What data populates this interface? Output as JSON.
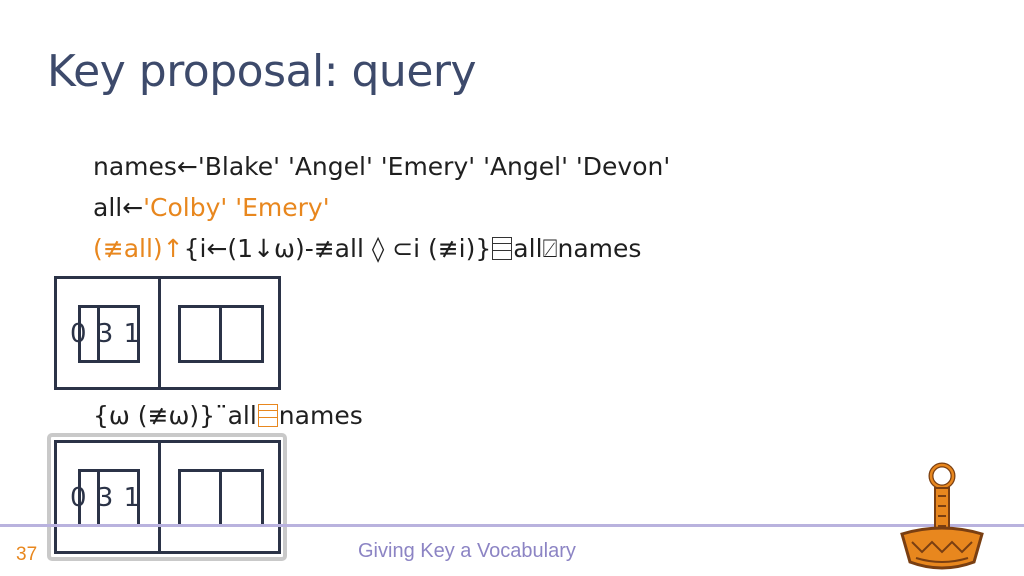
{
  "slide": {
    "title": "Key proposal: query",
    "page_number": "37",
    "footer": "Giving Key a Vocabulary"
  },
  "code": {
    "line1": "names←'Blake' 'Angel' 'Emery' 'Angel' 'Devon'",
    "line2_prefix": "all←",
    "line2_orange": "'Colby' 'Emery'",
    "line3_orange": "(≢all)↑",
    "line3_mid": "{i←(1↓ω)-≢all ◊ ⊂i (≢i)}",
    "line3_suffix": "all⍁names",
    "line4_prefix": "{ω (≢ω)}¨all",
    "line4_suffix": "names"
  },
  "results": {
    "first": {
      "values": "0  3 1"
    },
    "second": {
      "values": "0  3 1"
    }
  },
  "colors": {
    "accent": "#e8871e",
    "title": "#3d4a6b",
    "footer": "#8c84c4",
    "rule": "#b9b2de"
  }
}
